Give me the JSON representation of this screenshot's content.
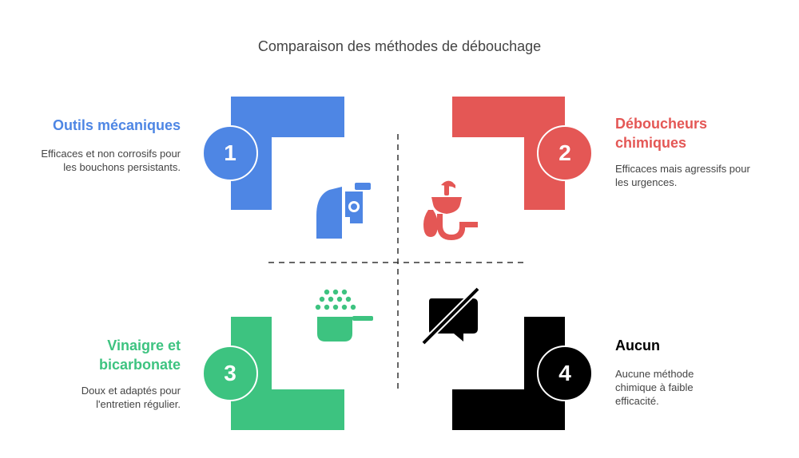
{
  "title": "Comparaison des méthodes de débouchage",
  "colors": {
    "blue": "#4E86E4",
    "red": "#E45755",
    "green": "#3DC380",
    "black": "#000000"
  },
  "quadrants": [
    {
      "number": "1",
      "heading": "Outils mécaniques",
      "description": "Efficaces et non corrosifs pour les bouchons persistants.",
      "icon": "plunger-tools-icon"
    },
    {
      "number": "2",
      "heading": "Déboucheurs chimiques",
      "description": "Efficaces mais agressifs pour les urgences.",
      "icon": "sink-drip-icon"
    },
    {
      "number": "3",
      "heading": "Vinaigre et bicarbonate",
      "description": "Doux et adaptés pour l'entretien régulier.",
      "icon": "baking-soda-pan-icon"
    },
    {
      "number": "4",
      "heading": "Aucun",
      "description": "Aucune méthode chimique à faible efficacité.",
      "icon": "no-chat-icon"
    }
  ]
}
